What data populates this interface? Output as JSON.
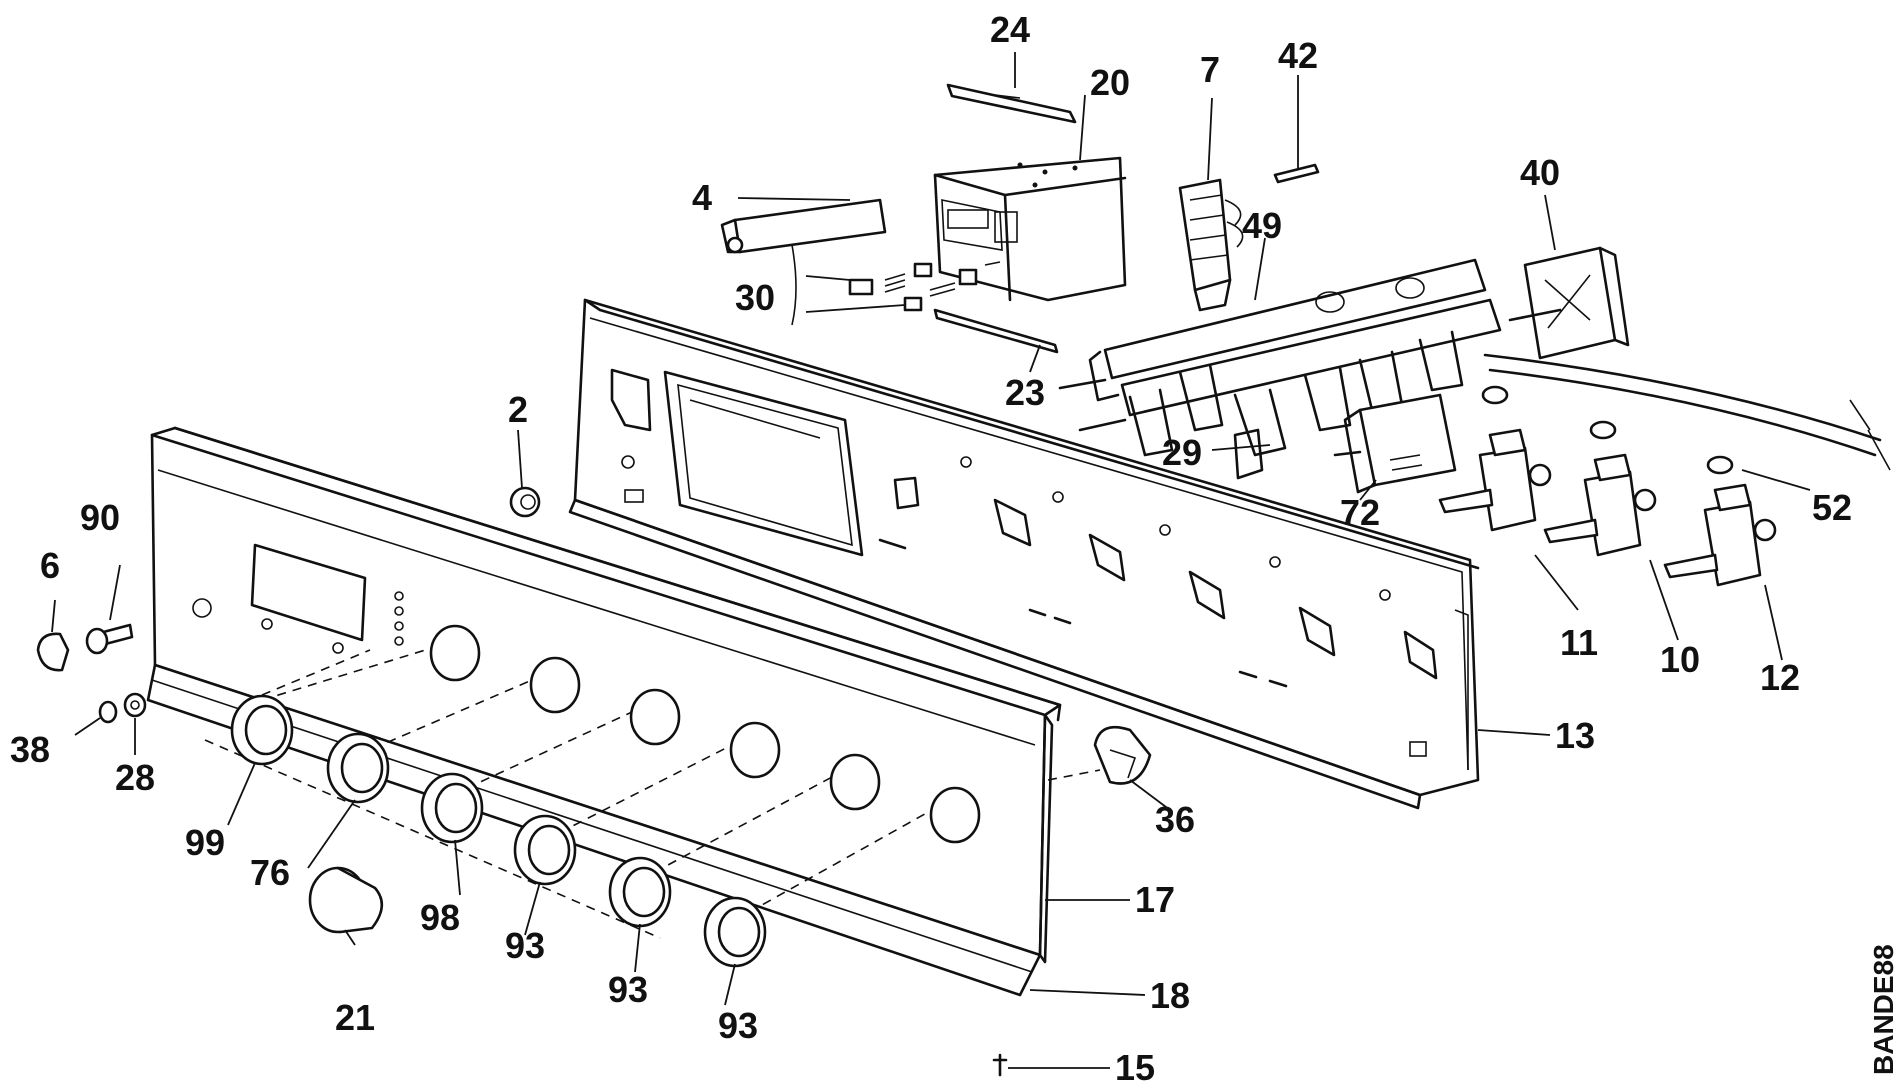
{
  "drawing_code": "BANDE88",
  "part_numbers": {
    "p24": "24",
    "p20": "20",
    "p7": "7",
    "p42": "42",
    "p4": "4",
    "p40": "40",
    "p49": "49",
    "p30": "30",
    "p23": "23",
    "p2": "2",
    "p29": "29",
    "p72": "72",
    "p52": "52",
    "p90": "90",
    "p6": "6",
    "p11": "11",
    "p10": "10",
    "p12": "12",
    "p13": "13",
    "p38": "38",
    "p28": "28",
    "p36": "36",
    "p99": "99",
    "p76": "76",
    "p98": "98",
    "p17": "17",
    "p93a": "93",
    "p93b": "93",
    "p93c": "93",
    "p21": "21",
    "p18": "18",
    "p15": "15"
  }
}
